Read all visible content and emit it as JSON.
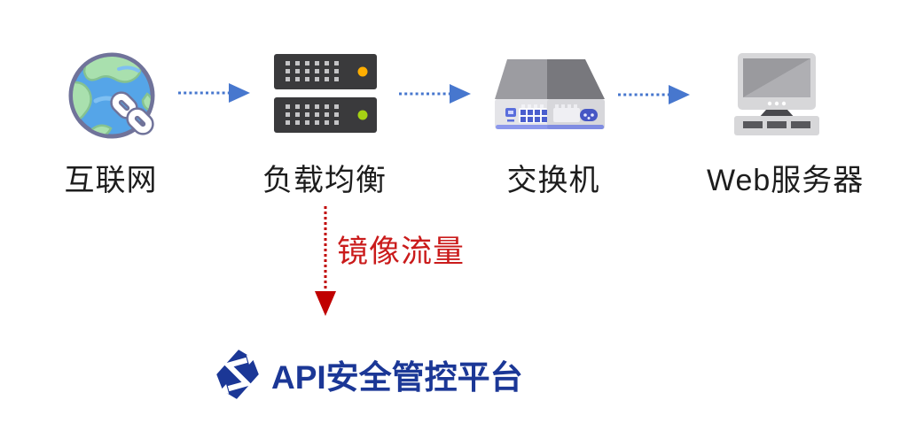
{
  "nodes": [
    {
      "id": "internet",
      "label": "互联网"
    },
    {
      "id": "load_balancer",
      "label": "负载均衡"
    },
    {
      "id": "switch",
      "label": "交换机"
    },
    {
      "id": "web_server",
      "label": "Web服务器"
    }
  ],
  "mirror_arrow": {
    "label": "镜像流量"
  },
  "platform": {
    "name": "API安全管控平台"
  },
  "icons": {
    "internet": "globe-link-icon",
    "load_balancer": "server-stack-icon",
    "switch": "network-switch-icon",
    "web_server": "desktop-computer-icon",
    "platform_logo": "s-diamond-logo",
    "flow": "dotted-arrow-right-icon",
    "mirror": "dotted-arrow-down-icon"
  },
  "colors": {
    "flow_arrow_blue": "#4777CE",
    "mirror_red": "#C00000",
    "mirror_text_red": "#CA1B1B",
    "platform_navy": "#1B3796",
    "label_dark": "#1D1D1D",
    "led_orange": "#FFAE00",
    "led_green": "#A5D213"
  }
}
